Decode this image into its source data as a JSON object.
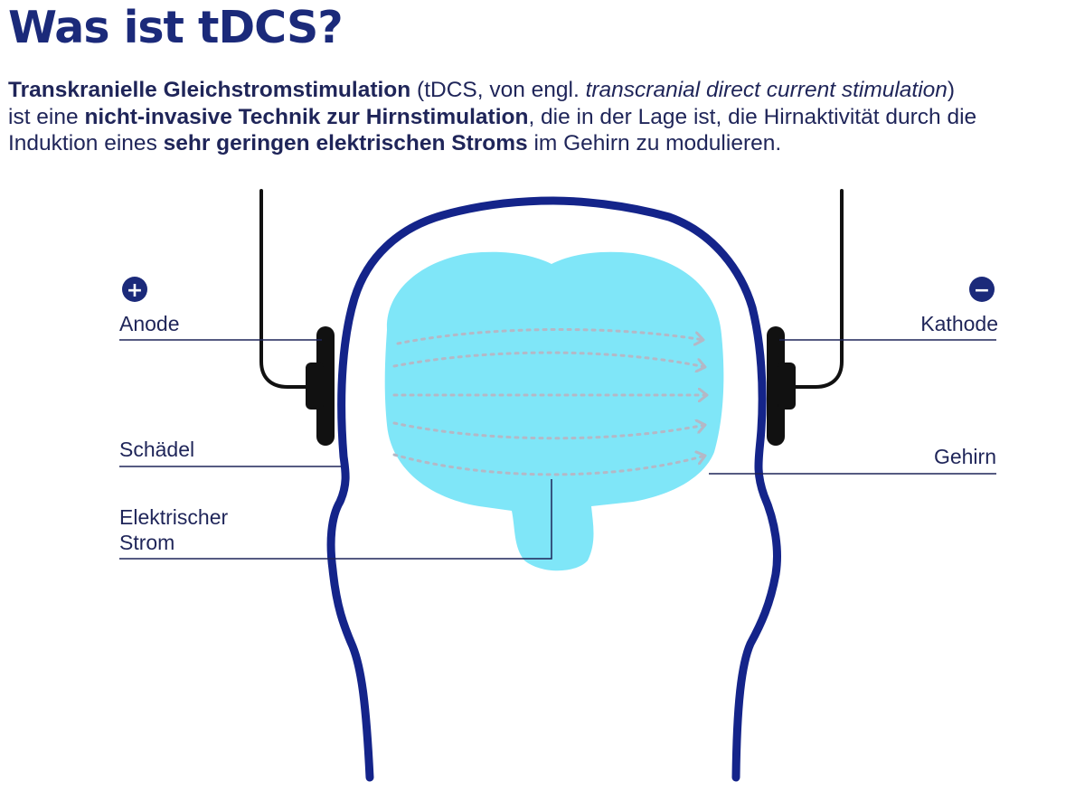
{
  "title": "Was ist tDCS?",
  "intro": {
    "part1_bold": "Transkranielle Gleichstromstimulation",
    "part2": " (tDCS, von engl. ",
    "part3_italic": "transcranial direct current stimulation",
    "part4": ")",
    "part5": "ist eine ",
    "part6_bold": "nicht-invasive Technik zur Hirnstimulation",
    "part7": ", die in der Lage ist, die Hirnaktivität durch die",
    "part8": "Induktion eines ",
    "part9_bold": "sehr geringen elektrischen Stroms",
    "part10": " im Gehirn zu modulieren."
  },
  "labels": {
    "anode": "Anode",
    "anode_symbol": "+",
    "kathode": "Kathode",
    "kathode_symbol": "−",
    "schaedel": "Schädel",
    "gehirn": "Gehirn",
    "strom_line1": "Elektrischer",
    "strom_line2": "Strom"
  },
  "colors": {
    "head_outline": "#14248a",
    "brain_fill": "#7fe6f8",
    "current_arrows": "#b4b8c6",
    "electrodes": "#111111",
    "label_text": "#1f2559"
  }
}
